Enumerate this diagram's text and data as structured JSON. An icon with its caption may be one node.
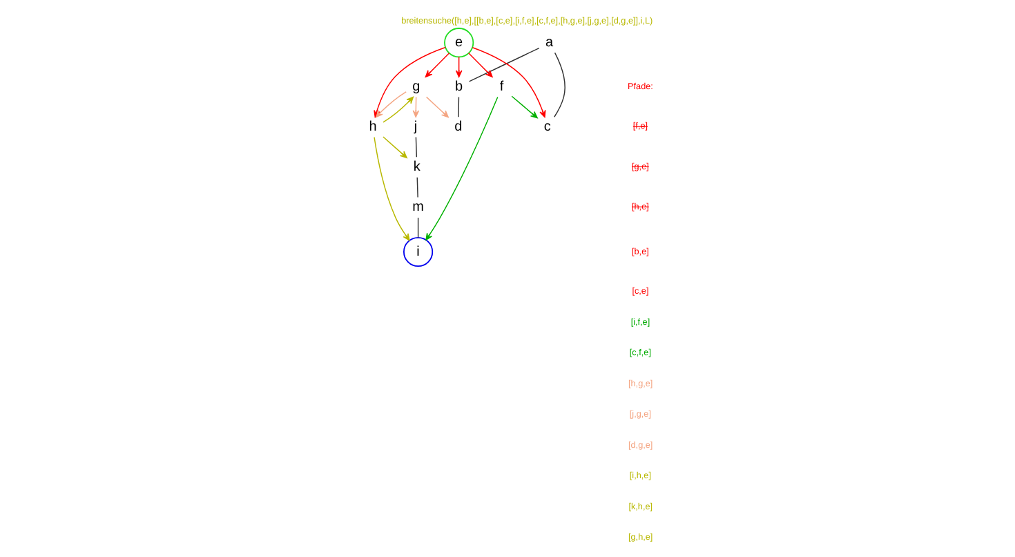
{
  "diagram": {
    "title": "breitensuche([h,e],[[b,e],[c,e],[i,f,e],[c,f,e],[h,g,e],[j,g,e],[d,g,e]],i,L)",
    "nodes": [
      {
        "text": [
          "a"
        ]
      },
      {
        "text": [
          "b"
        ]
      },
      {
        "text": [
          "c"
        ]
      },
      {
        "text": [
          "d"
        ]
      },
      {
        "text": [
          "e"
        ]
      },
      {
        "text": [
          "f"
        ]
      },
      {
        "text": [
          "g"
        ]
      },
      {
        "text": [
          "h"
        ]
      },
      {
        "text": [
          "i"
        ]
      },
      {
        "text": [
          "j"
        ]
      },
      {
        "text": [
          "k"
        ]
      },
      {
        "text": [
          "m"
        ]
      }
    ],
    "edges": [
      {
        "from": 0,
        "to": 1,
        "arrow": "none"
      },
      {
        "from": 0,
        "to": 2,
        "arrow": "none"
      },
      {
        "from": 1,
        "to": 3,
        "arrow": "none"
      },
      {
        "from": 4,
        "to": 1,
        "arrow": "to",
        "color": "#ff0000"
      },
      {
        "from": 4,
        "to": 2,
        "arrow": "to",
        "color": "#ff0000"
      },
      {
        "from": 4,
        "to": 5,
        "arrow": "to",
        "color": "#ff0000"
      },
      {
        "from": 4,
        "to": 6,
        "arrow": "to",
        "color": "#ff0000"
      },
      {
        "from": 4,
        "to": 7,
        "arrow": "to",
        "color": "#ff0000"
      },
      {
        "from": 5,
        "to": 2,
        "arrow": "to",
        "color": "#00b000"
      },
      {
        "from": 5,
        "to": 8,
        "arrow": "to",
        "color": "#00b000"
      },
      {
        "from": 6,
        "to": 3,
        "arrow": "to",
        "color": "#f4a582"
      },
      {
        "from": 6,
        "to": 9,
        "arrow": "to",
        "color": "#f4a582"
      },
      {
        "from": 6,
        "to": 7,
        "arrow": "to",
        "color": "#f4a582"
      },
      {
        "from": 7,
        "to": 6,
        "arrow": "to",
        "color": "#b8b800"
      },
      {
        "from": 7,
        "to": 8,
        "arrow": "to",
        "color": "#b8b800"
      },
      {
        "from": 7,
        "to": 10,
        "arrow": "to",
        "color": "#b8b800"
      },
      {
        "from": 9,
        "to": 10,
        "arrow": "none"
      },
      {
        "from": 10,
        "to": 11,
        "arrow": "none"
      },
      {
        "from": 11,
        "to": 8,
        "arrow": "none"
      }
    ],
    "labels": [
      "Pfade:",
      "[f,e]",
      "[g,e]",
      "[h,e]",
      "[b,e]",
      "[c,e]",
      "[i,f,e]",
      "[c,f,e]",
      "[h,g,e]",
      "[j,g,e]",
      "[d,g,e]",
      "[i,h,e]",
      "[k,h,e]",
      "[g,h,e]"
    ]
  }
}
